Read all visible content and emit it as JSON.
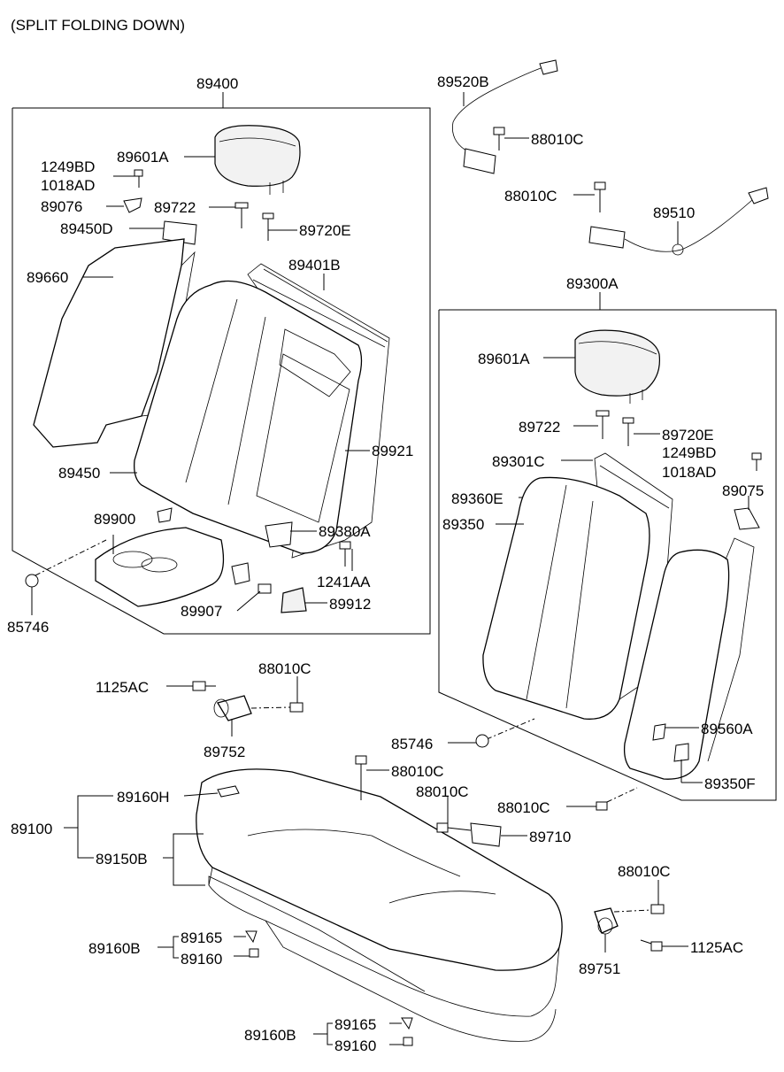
{
  "header": {
    "title": "(SPLIT FOLDING DOWN)"
  },
  "labels": {
    "l89400": "89400",
    "l89601A_1": "89601A",
    "l1249BD_1": "1249BD",
    "l1018AD_1": "1018AD",
    "l89076": "89076",
    "l89722_1": "89722",
    "l89720E_1": "89720E",
    "l89450D": "89450D",
    "l89660": "89660",
    "l89401B": "89401B",
    "l89921": "89921",
    "l89450": "89450",
    "l89900": "89900",
    "l89380A": "89380A",
    "l1241AA": "1241AA",
    "l85746_1": "85746",
    "l89907": "89907",
    "l89912": "89912",
    "l89520B": "89520B",
    "l88010C_1": "88010C",
    "l88010C_2": "88010C",
    "l89510": "89510",
    "l89300A": "89300A",
    "l89601A_2": "89601A",
    "l89722_2": "89722",
    "l89720E_2": "89720E",
    "l89301C": "89301C",
    "l1249BD_2": "1249BD",
    "l1018AD_2": "1018AD",
    "l89360E": "89360E",
    "l89075": "89075",
    "l89350": "89350",
    "l1125AC_1": "1125AC",
    "l88010C_3": "88010C",
    "l89752": "89752",
    "l85746_2": "85746",
    "l89560A": "89560A",
    "l88010C_4": "88010C",
    "l89350F": "89350F",
    "l89100": "89100",
    "l89160H": "89160H",
    "l88010C_5": "88010C",
    "l89710": "89710",
    "l88010C_6": "88010C",
    "l89150B": "89150B",
    "l88010C_7": "88010C",
    "l89160B_1": "89160B",
    "l89165_1": "89165",
    "l89160_1": "89160",
    "l1125AC_2": "1125AC",
    "l89751": "89751",
    "l89160B_2": "89160B",
    "l89165_2": "89165",
    "l89160_2": "89160"
  }
}
